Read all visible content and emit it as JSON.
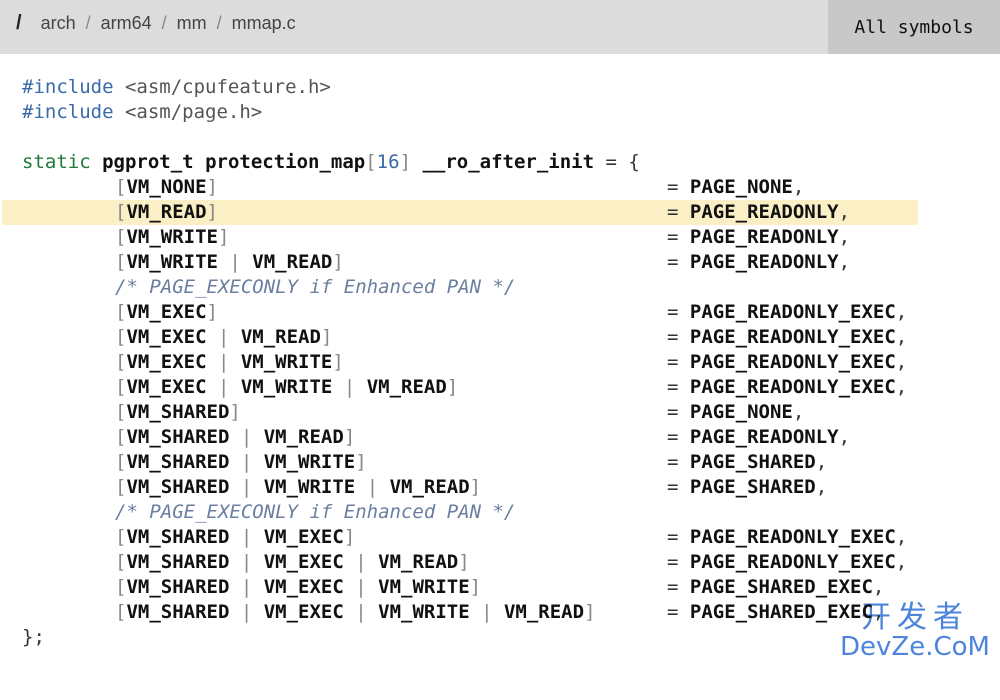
{
  "header": {
    "root": "/",
    "path": [
      "arch",
      "arm64",
      "mm",
      "mmap.c"
    ],
    "symbols_button": "All symbols"
  },
  "code": {
    "include1_directive": "#include",
    "include1_header": "<asm/cpufeature.h>",
    "include2_directive": "#include",
    "include2_header": "<asm/page.h>",
    "decl_static": "static",
    "decl_type": "pgprot_t",
    "decl_name": "protection_map",
    "decl_bracket_open": "[",
    "decl_size": "16",
    "decl_bracket_close": "]",
    "decl_attr": "__ro_after_init",
    "decl_tail": " = {",
    "comment": "/* PAGE_EXECONLY if Enhanced PAN */",
    "close": "};",
    "entries": [
      {
        "flags": [
          "VM_NONE"
        ],
        "value": "PAGE_NONE"
      },
      {
        "flags": [
          "VM_READ"
        ],
        "value": "PAGE_READONLY"
      },
      {
        "flags": [
          "VM_WRITE"
        ],
        "value": "PAGE_READONLY"
      },
      {
        "flags": [
          "VM_WRITE",
          "VM_READ"
        ],
        "value": "PAGE_READONLY"
      },
      {
        "flags": [
          "VM_EXEC"
        ],
        "value": "PAGE_READONLY_EXEC"
      },
      {
        "flags": [
          "VM_EXEC",
          "VM_READ"
        ],
        "value": "PAGE_READONLY_EXEC"
      },
      {
        "flags": [
          "VM_EXEC",
          "VM_WRITE"
        ],
        "value": "PAGE_READONLY_EXEC"
      },
      {
        "flags": [
          "VM_EXEC",
          "VM_WRITE",
          "VM_READ"
        ],
        "value": "PAGE_READONLY_EXEC"
      },
      {
        "flags": [
          "VM_SHARED"
        ],
        "value": "PAGE_NONE"
      },
      {
        "flags": [
          "VM_SHARED",
          "VM_READ"
        ],
        "value": "PAGE_READONLY"
      },
      {
        "flags": [
          "VM_SHARED",
          "VM_WRITE"
        ],
        "value": "PAGE_SHARED"
      },
      {
        "flags": [
          "VM_SHARED",
          "VM_WRITE",
          "VM_READ"
        ],
        "value": "PAGE_SHARED"
      },
      {
        "flags": [
          "VM_SHARED",
          "VM_EXEC"
        ],
        "value": "PAGE_READONLY_EXEC"
      },
      {
        "flags": [
          "VM_SHARED",
          "VM_EXEC",
          "VM_READ"
        ],
        "value": "PAGE_READONLY_EXEC"
      },
      {
        "flags": [
          "VM_SHARED",
          "VM_EXEC",
          "VM_WRITE"
        ],
        "value": "PAGE_SHARED_EXEC"
      },
      {
        "flags": [
          "VM_SHARED",
          "VM_EXEC",
          "VM_WRITE",
          "VM_READ"
        ],
        "value": "PAGE_SHARED_EXEC"
      }
    ],
    "highlighted_entry": 1
  },
  "watermark": {
    "cn": "开发者",
    "en": "DevZe.CoM"
  },
  "colors": {
    "highlight": "#fbefc5",
    "keyword": "#1f7a3a",
    "directive": "#3a6aa8",
    "comment": "#6a7fa0"
  }
}
